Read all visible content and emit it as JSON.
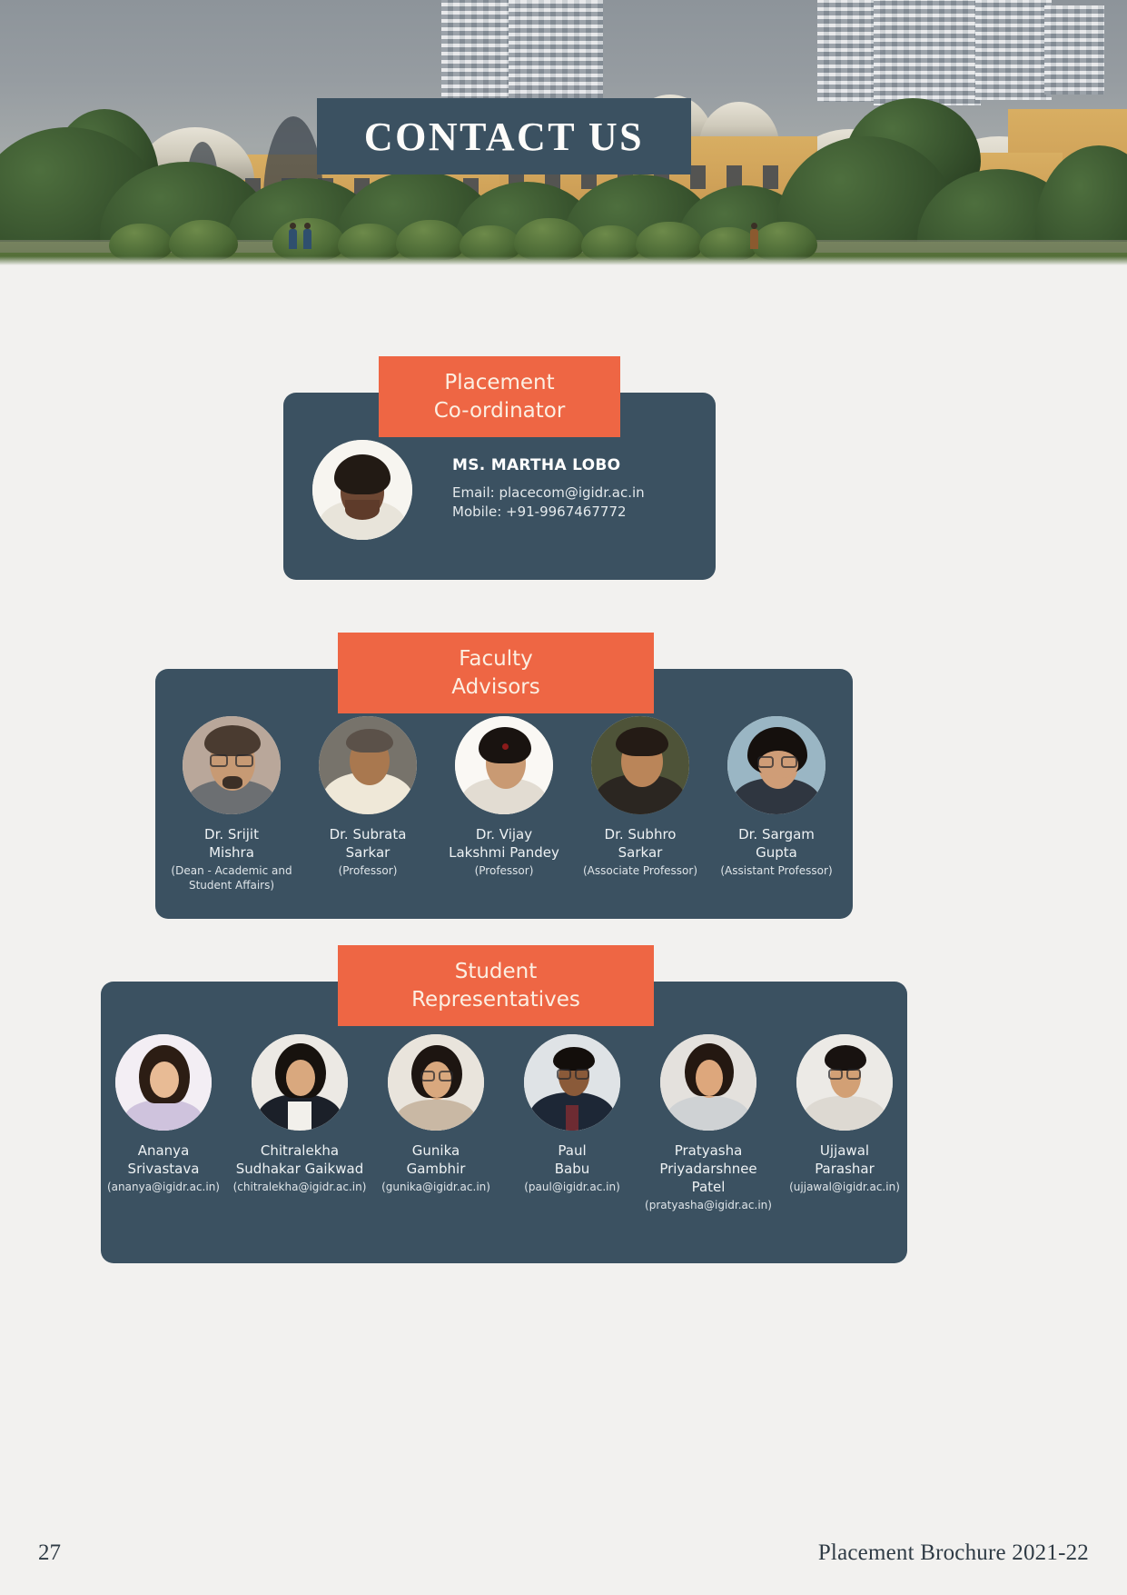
{
  "page": {
    "title": "CONTACT US",
    "background_color": "#f2f1ef",
    "accent_color": "#ee6644",
    "card_color": "#3b5161"
  },
  "coordinator": {
    "banner": "Placement\nCo-ordinator",
    "name": "MS. MARTHA LOBO",
    "email": "Email: placecom@igidr.ac.in",
    "mobile": "Mobile: +91-9967467772"
  },
  "faculty": {
    "banner": "Faculty\nAdvisors",
    "people": [
      {
        "name": "Dr. Srijit\nMishra",
        "role": "(Dean - Academic and\nStudent Affairs)"
      },
      {
        "name": "Dr. Subrata\nSarkar",
        "role": "(Professor)"
      },
      {
        "name": "Dr. Vijay\nLakshmi Pandey",
        "role": "(Professor)"
      },
      {
        "name": "Dr. Subhro\nSarkar",
        "role": "(Associate Professor)"
      },
      {
        "name": "Dr. Sargam\nGupta",
        "role": "(Assistant Professor)"
      }
    ]
  },
  "students": {
    "banner": "Student\nRepresentatives",
    "people": [
      {
        "name": "Ananya\nSrivastava",
        "email": "(ananya@igidr.ac.in)"
      },
      {
        "name": "Chitralekha\nSudhakar Gaikwad",
        "email": "(chitralekha@igidr.ac.in)"
      },
      {
        "name": "Gunika\nGambhir",
        "email": "(gunika@igidr.ac.in)"
      },
      {
        "name": "Paul\nBabu",
        "email": "(paul@igidr.ac.in)"
      },
      {
        "name": "Pratyasha\nPriyadarshnee Patel",
        "email": "(pratyasha@igidr.ac.in)"
      },
      {
        "name": "Ujjawal\nParashar",
        "email": "(ujjawal@igidr.ac.in)"
      }
    ]
  },
  "footer": {
    "page_number": "27",
    "label": "Placement Brochure 2021-22"
  }
}
